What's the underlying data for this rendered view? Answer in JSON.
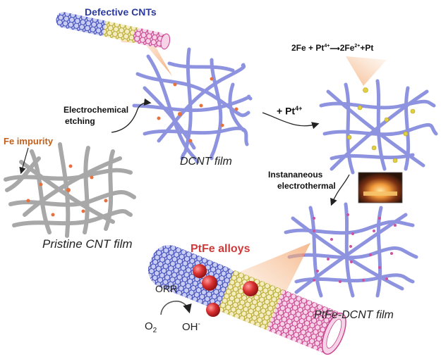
{
  "labels": {
    "defective_cnts": "Defective CNTs",
    "electrochemical": "Electrochemical",
    "etching": "etching",
    "fe_impurity": "Fe impurity",
    "dcnt_film": "DCNT film",
    "pristine_cnt_film": "Pristine CNT film",
    "plus_pt": "+ Pt",
    "pt_charge": "4+",
    "reaction_lhs": "2Fe + Pt",
    "reaction_lhs_charge": "4+",
    "reaction_rhs_a": "2Fe",
    "reaction_rhs_charge": "2+",
    "reaction_rhs_b": "+Pt",
    "instantaneous": "Instananeous",
    "electrothermal": "electrothermal",
    "ptfe_alloys": "PtFe alloys",
    "orr": "ORR",
    "o2": "O",
    "o2_sub": "2",
    "oh": "OH",
    "oh_sup": "-",
    "ptfe_dcnt_film": "PtFe-DCNT film"
  },
  "colors": {
    "defective_label": "#2b3a9c",
    "fe_label": "#c0601a",
    "alloy_label": "#d03a3a",
    "dcnt_fiber": "#8e93e0",
    "pristine_fiber": "#a8a8a8",
    "fe_dot": "#e8703a",
    "pt_dot": "#e0d040",
    "alloy_sphere": "#d93030",
    "nanotube_blue": "#3a48b8",
    "nanotube_yellow": "#d8c848",
    "nanotube_pink": "#d0509a"
  }
}
